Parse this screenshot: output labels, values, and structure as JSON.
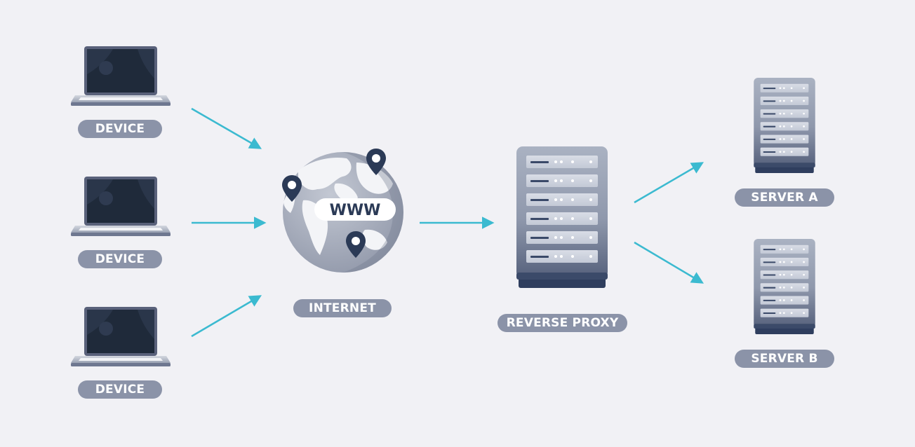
{
  "diagram": {
    "nodes": {
      "device_1": {
        "label": "DEVICE",
        "icon": "laptop-icon"
      },
      "device_2": {
        "label": "DEVICE",
        "icon": "laptop-icon"
      },
      "device_3": {
        "label": "DEVICE",
        "icon": "laptop-icon"
      },
      "internet": {
        "label": "INTERNET",
        "icon": "globe-icon",
        "badge": "WWW"
      },
      "reverse_proxy": {
        "label": "REVERSE PROXY",
        "icon": "server-rack-icon"
      },
      "server_a": {
        "label": "SERVER A",
        "icon": "server-rack-icon"
      },
      "server_b": {
        "label": "SERVER B",
        "icon": "server-rack-icon"
      }
    },
    "edges": [
      {
        "from": "device_1",
        "to": "internet"
      },
      {
        "from": "device_2",
        "to": "internet"
      },
      {
        "from": "device_3",
        "to": "internet"
      },
      {
        "from": "internet",
        "to": "reverse_proxy"
      },
      {
        "from": "reverse_proxy",
        "to": "server_a"
      },
      {
        "from": "reverse_proxy",
        "to": "server_b"
      }
    ]
  },
  "colors": {
    "background": "#f1f1f5",
    "label_pill": "#8b93a8",
    "label_text": "#ffffff",
    "arrow": "#3bbad0",
    "pin": "#2b3a56",
    "globe": "#a7adbd",
    "server_body": "#8c95a9",
    "laptop_screen": "#1f2a3a"
  }
}
